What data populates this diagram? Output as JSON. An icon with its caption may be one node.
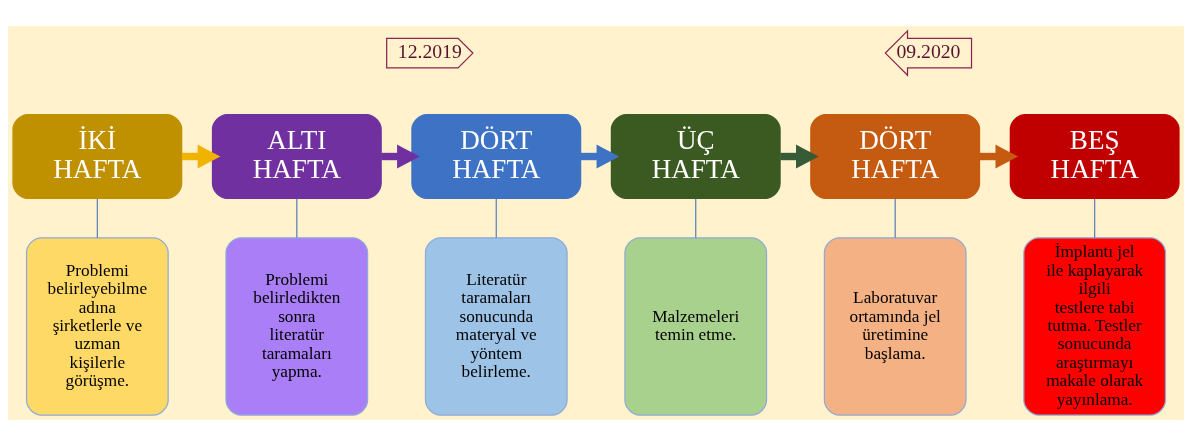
{
  "diagram": {
    "nodes": [
      {
        "text": [
          "İKİ HAFTA"
        ]
      },
      {
        "text": [
          "ALTI HAFTA"
        ]
      },
      {
        "text": [
          "DÖRT HAFTA"
        ]
      },
      {
        "text": [
          "ÜÇ HAFTA"
        ]
      },
      {
        "text": [
          "DÖRT HAFTA"
        ]
      },
      {
        "text": [
          "BEŞ HAFTA"
        ]
      },
      {
        "text": [
          "Problemi belirleyebilme adına şirketlerle ve uzman kişilerle görüşme."
        ]
      },
      {
        "text": [
          "Problemi belirledikten sonra literatür taramaları yapma."
        ]
      },
      {
        "text": [
          "Literatür taramaları sonucunda materyal ve yöntem belirleme."
        ]
      },
      {
        "text": [
          "Malzemeleri temin etme."
        ]
      },
      {
        "text": [
          "Laboratuvar ortamında jel üretimine başlama."
        ]
      },
      {
        "text": [
          "İmplantı jel ile kaplayarak ilgili testlere tabi tutma. Testler sonucunda araştırmayı makale olarak yayınlama."
        ]
      },
      {
        "text": [
          "12.2019"
        ]
      },
      {
        "text": [
          "09.2020"
        ]
      }
    ],
    "edges": [
      {
        "from": 0,
        "to": 1,
        "arrow": "to",
        "style": "thick",
        "color": "#f0b400"
      },
      {
        "from": 1,
        "to": 2,
        "arrow": "to",
        "style": "thick",
        "color": "#7030a0"
      },
      {
        "from": 2,
        "to": 3,
        "arrow": "to",
        "style": "thick",
        "color": "#3e72c4"
      },
      {
        "from": 3,
        "to": 4,
        "arrow": "to",
        "style": "thick",
        "color": "#375a37"
      },
      {
        "from": 4,
        "to": 5,
        "arrow": "to",
        "style": "thick",
        "color": "#c55a11"
      },
      {
        "from": 0,
        "to": 6,
        "arrow": "none"
      },
      {
        "from": 1,
        "to": 7,
        "arrow": "none"
      },
      {
        "from": 2,
        "to": 8,
        "arrow": "none"
      },
      {
        "from": 3,
        "to": 9,
        "arrow": "none"
      },
      {
        "from": 4,
        "to": 10,
        "arrow": "none"
      },
      {
        "from": 5,
        "to": 11,
        "arrow": "none"
      }
    ]
  }
}
